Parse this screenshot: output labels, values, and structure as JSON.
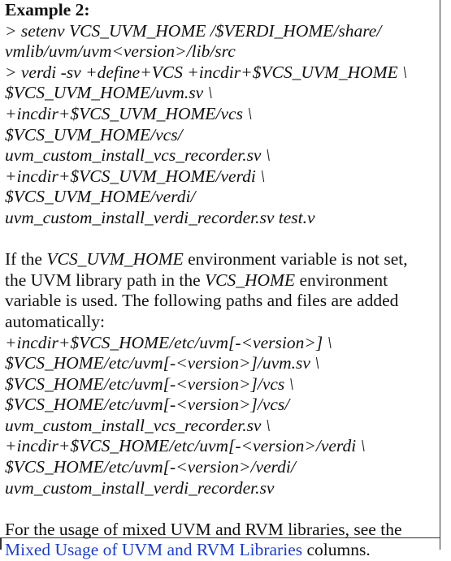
{
  "example": {
    "title": "Example 2:",
    "command_lines": [
      "> setenv VCS_UVM_HOME /$VERDI_HOME/share/",
      "vmlib/uvm/uvm<version>/lib/src",
      "> verdi -sv +define+VCS +incdir+$VCS_UVM_HOME \\",
      "$VCS_UVM_HOME/uvm.sv \\",
      "+incdir+$VCS_UVM_HOME/vcs \\",
      "$VCS_UVM_HOME/vcs/",
      "uvm_custom_install_vcs_recorder.sv \\",
      "+incdir+$VCS_UVM_HOME/verdi \\",
      "$VCS_UVM_HOME/verdi/",
      "uvm_custom_install_verdi_recorder.sv test.v"
    ]
  },
  "note": {
    "line1_prefix": "If the ",
    "line1_var": "VCS_UVM_HOME",
    "line1_suffix": " environment variable is not set,",
    "line2_prefix": "the UVM library path in the ",
    "line2_var": "VCS_HOME",
    "line2_suffix": " environment",
    "line3": "variable is used. The following paths and files are added",
    "line4": "automatically:",
    "path_lines": [
      "+incdir+$VCS_HOME/etc/uvm[-<version>] \\",
      "$VCS_HOME/etc/uvm[-<version>]/uvm.sv \\",
      "$VCS_HOME/etc/uvm[-<version>]/vcs \\",
      "$VCS_HOME/etc/uvm[-<version>]/vcs/",
      "uvm_custom_install_vcs_recorder.sv \\",
      "+incdir+$VCS_HOME/etc/uvm[-<version>/verdi \\",
      "$VCS_HOME/etc/uvm[-<version>/verdi/",
      "uvm_custom_install_verdi_recorder.sv"
    ]
  },
  "footer": {
    "line1": "For the usage of mixed UVM and RVM libraries, see the",
    "link_text": "Mixed Usage of UVM and RVM Libraries",
    "line2_suffix": " columns."
  },
  "colors": {
    "link": "#1f3fbf",
    "text": "#111111",
    "border": "#333333"
  }
}
